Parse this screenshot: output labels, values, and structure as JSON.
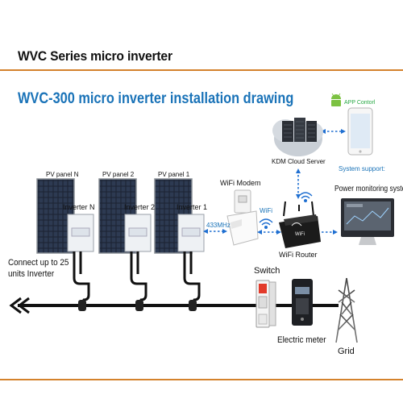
{
  "header": {
    "series_title": "WVC Series micro inverter",
    "main_title": "WVC-300 micro inverter installation drawing"
  },
  "panels": [
    {
      "label": "PV panel N",
      "inverter": "Inverter N"
    },
    {
      "label": "PV panel 2",
      "inverter": "Inverter 2"
    },
    {
      "label": "PV panel 1",
      "inverter": "Inverter 1"
    }
  ],
  "devices": {
    "wifi_modem": "WiFi Modem",
    "freq": "433MHz",
    "wifi": "WiFi",
    "wifi_router": "WiFi Router",
    "cloud": "KDM Cloud Server",
    "app": "APP Contorl",
    "system_support": "System support:",
    "monitoring": "Power monitoring system",
    "switch": "Switch",
    "meter": "Electric meter",
    "grid": "Grid"
  },
  "connect_note": {
    "line1": "Connect up to 25",
    "line2": "units Inverter"
  },
  "colors": {
    "accent_orange": "#d4822c",
    "title_blue": "#1a73b8",
    "link_blue": "#1f6fd1",
    "app_green": "#27a844"
  }
}
